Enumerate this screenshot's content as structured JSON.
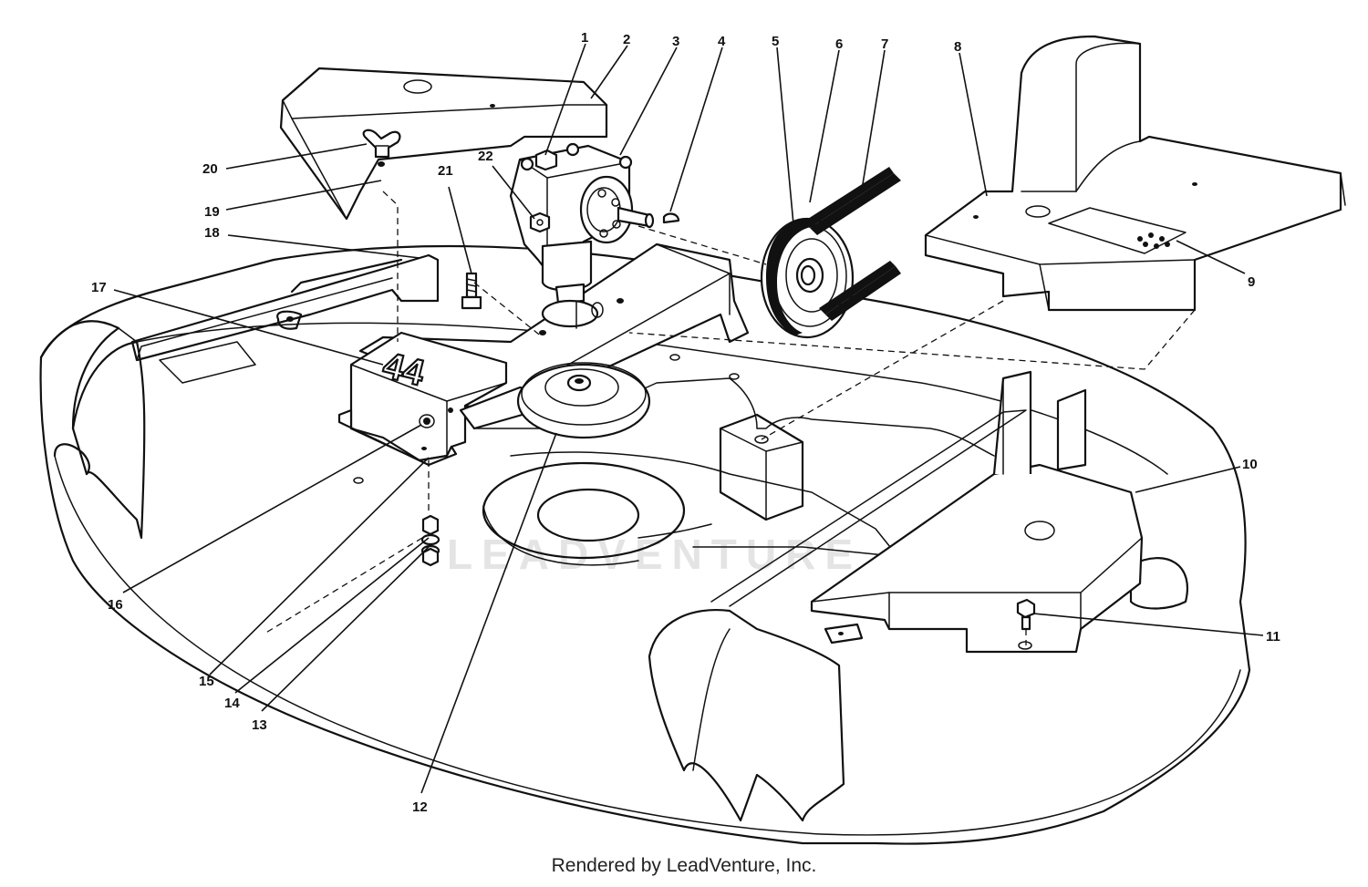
{
  "credit": "Rendered by LeadVenture, Inc.",
  "watermark": "LEADVENTURE",
  "deck_number": "44",
  "callouts": [
    "1",
    "2",
    "3",
    "4",
    "5",
    "6",
    "7",
    "8",
    "9",
    "10",
    "11",
    "12",
    "13",
    "14",
    "15",
    "16",
    "17",
    "18",
    "19",
    "20",
    "21",
    "22"
  ],
  "colors": {
    "ink": "#111111",
    "background": "#ffffff",
    "watermark": "#d9d9d9"
  }
}
